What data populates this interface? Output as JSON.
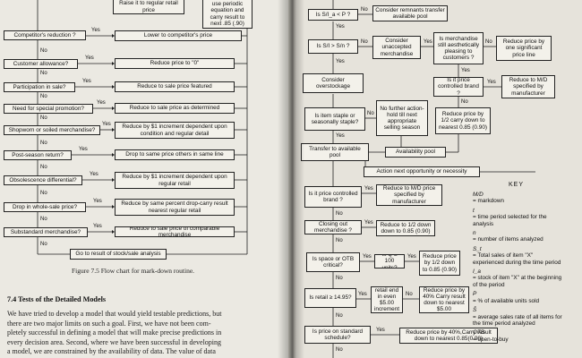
{
  "left_page": {
    "top_boxes": {
      "regular_price": "Raise it to regular retail price",
      "periodic": "use periodic equation and carry result to next .85 (.90)"
    },
    "chart": [
      {
        "question": "Competitor's reduction ?",
        "yes_action": "Lower to competitor's price"
      },
      {
        "question": "Customer allowance?",
        "yes_action": "Reduce price to \"0\""
      },
      {
        "question": "Participation in sale?",
        "yes_action": "Reduce to sale price featured"
      },
      {
        "question": "Need for special promotion?",
        "yes_action": "Reduce to sale price as determined"
      },
      {
        "question": "Shopworn or soiled merchandise?",
        "yes_action": "Reduce by $1 increment dependent upon condition and regular detail"
      },
      {
        "question": "Post-season return?",
        "yes_action": "Drop to same price others in same line"
      },
      {
        "question": "Obsolescence differential?",
        "yes_action": "Reduce by $1 increment dependent upon regular retail"
      },
      {
        "question": "Drop in whole-sale price?",
        "yes_action": "Reduce by same percent drop-carry result nearest regular retail"
      },
      {
        "question": "Substandard merchandise?",
        "yes_action": "Reduce to sale price of comparable merchandise"
      }
    ],
    "final_box": "Go to result of stock/sale analysis",
    "yes_label": "Yes",
    "no_label": "No",
    "caption": "Figure 7.5 Flow chart for mark-down routine.",
    "section_heading": "7.4  Tests of the Detailed Models",
    "body_lines": [
      "We have tried to develop a model that would yield testable predictions, but",
      "there are two major limits on such a goal.  First, we have not been com-",
      "pletely successful in defining a model that will make precise predictions in",
      "every decision area.  Second, where we have been successful in developing",
      "a model, we are constrained by the availability of data.  The value of data"
    ]
  },
  "right_page": {
    "flow": {
      "q_st": "Is S/I_a < P ?",
      "remnants": "Consider remnants transfer available pool",
      "q_st2": "Is S/I > S/n ?",
      "unaccepted": "Consider unaccepted merchandise",
      "q_pleasing": "Is merchandise still aesthetically pleasing to customers ?",
      "reduce_sig": "Reduce price by one significant price line",
      "overstockage": "Consider overstockage",
      "q_controlled": "Is it price controlled brand ?",
      "reduce_mfr": "Reduce to M/D specified by manufacturer",
      "q_staple": "Is item staple or seasonally staple?",
      "no_further": "No further action-hold till next appropriate selling season",
      "reduce_half": "Reduce price by 1/2 carry down to nearest 0.85 (0.90)",
      "transfer": "Transfer to available pool",
      "avail_pool": "Availability pool",
      "action_next": "Action next opportunity or necessity",
      "q_controlled2": "Is it price controlled brand ?",
      "reduce_md": "Reduce to M/D price specified by manufacturer",
      "q_closing": "Closing out merchandise ?",
      "reduce_half2": "Reduce to 1/2 down down to 0.85 (0.90)",
      "q_space": "Is space or OTB critical?",
      "q_q100": "Is Q ≥ 100 units?",
      "reduce_half3": "Reduce price by 1/2 down to 0.85 (0.90)",
      "q_retail": "Is retail ≥ 14.95?",
      "q_end": "Does retail end in even $5.00 increment ?",
      "reduce_40a": "Reduce price by 40% Carry result down to nearest $5.00",
      "q_standard": "Is price on standard schedule?",
      "reduce_40b": "Reduce price by 40%,Carry result down to nearest 0.85(0.90)"
    },
    "key_heading": "KEY",
    "key": [
      {
        "symbol": "M/D",
        "definition": "= markdown"
      },
      {
        "symbol": "t",
        "definition": "= time period selected for the analysis"
      },
      {
        "symbol": "n",
        "definition": "= number of items analyzed"
      },
      {
        "symbol": "S_t",
        "definition": "= Total sales of item \"X\" experienced during the time period"
      },
      {
        "symbol": "I_a",
        "definition": "= stock of item \"X\" at the beginning of the period"
      },
      {
        "symbol": "P",
        "definition": "= % of available units sold"
      },
      {
        "symbol": "S̄",
        "definition": "= average sales rate of all items for the time period analyzed"
      },
      {
        "symbol": "OTB",
        "definition": "= open-to-buy"
      }
    ]
  }
}
